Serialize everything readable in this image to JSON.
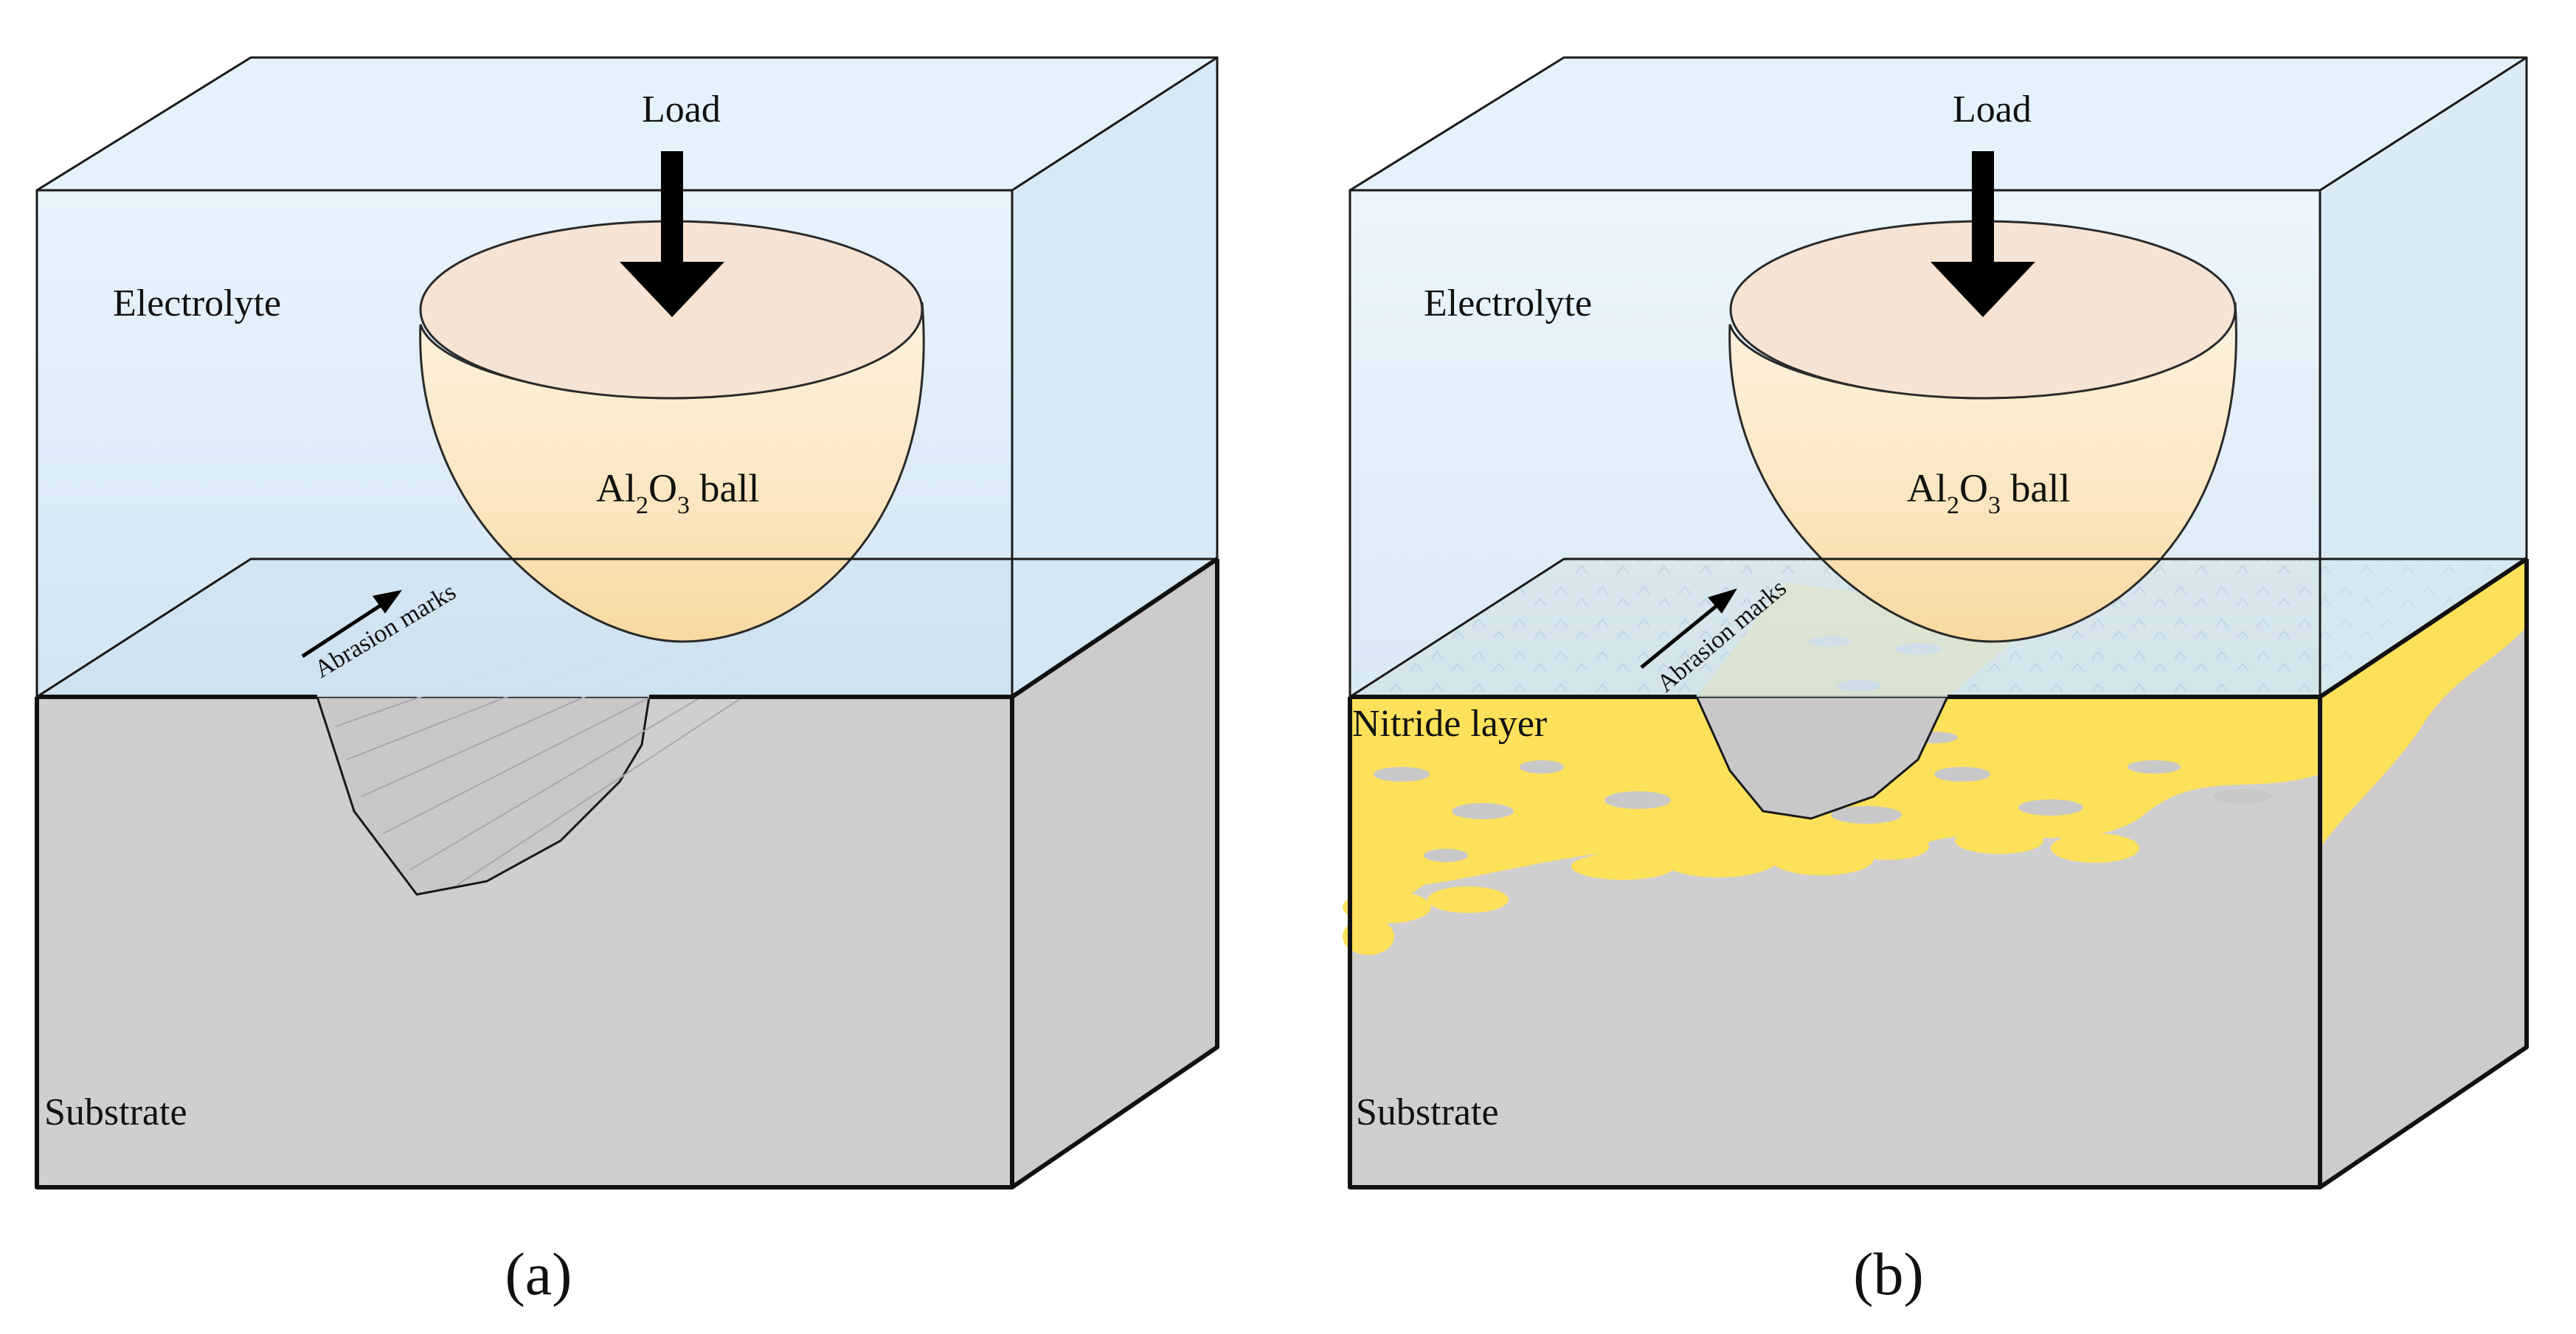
{
  "panels": [
    {
      "load_label": "Load",
      "electrolyte_label": "Electrolyte",
      "ball_label_main": "Al",
      "ball_sub_1": "2",
      "ball_mid": "O",
      "ball_sub_2": "3",
      "ball_label_tail": " ball",
      "abrasion_label": "Abrasion marks",
      "substrate_label": "Substrate",
      "caption": "(a)"
    },
    {
      "load_label": "Load",
      "electrolyte_label": "Electrolyte",
      "ball_label_main": "Al",
      "ball_sub_1": "2",
      "ball_mid": "O",
      "ball_sub_2": "3",
      "ball_label_tail": " ball",
      "abrasion_label": "Abrasion marks",
      "nitride_label": "Nitride layer",
      "substrate_label": "Substrate",
      "caption": "(b)"
    }
  ],
  "colors": {
    "electrolyte": "#d9ecf8",
    "substrate": "#d0cfd0",
    "nitride": "#fde15a",
    "ball_top": "#f7e3d3",
    "ball_body": "#fbe6b8",
    "arrow": "#000000"
  }
}
